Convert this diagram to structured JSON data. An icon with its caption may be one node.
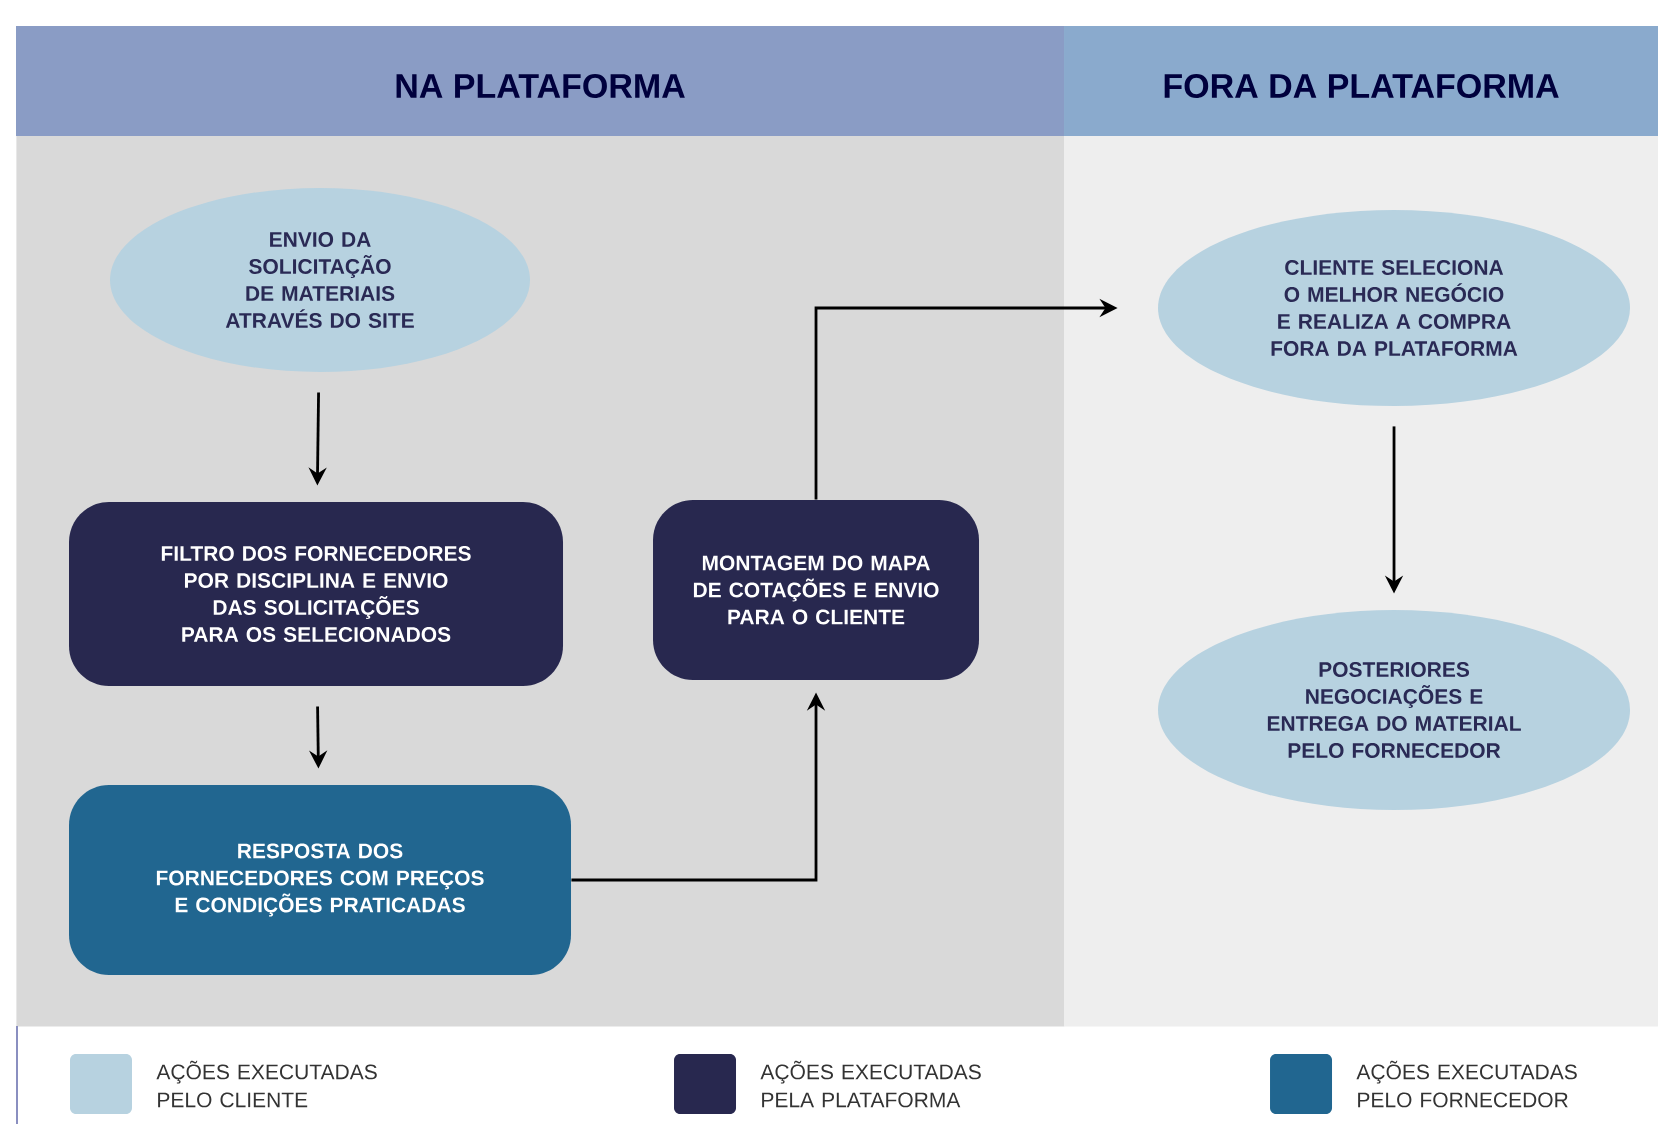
{
  "diagram": {
    "nodes": [
      {
        "text": [
          "NA PLATAFORMA"
        ]
      },
      {
        "text": [
          "FORA DA PLATAFORMA"
        ]
      },
      {
        "text": [
          "ENVIO DA SOLICITAÇÃO DE MATERIAIS ATRAVÉS DO SITE"
        ],
        "in": 0
      },
      {
        "text": [
          "FILTRO DOS FORNECEDORES POR DISCIPLINA E ENVIO DAS SOLICITAÇÕES PARA OS SELECIONADOS"
        ],
        "in": 0
      },
      {
        "text": [
          "RESPOSTA DOS FORNECEDORES COM PREÇOS E CONDIÇÕES PRATICADAS"
        ],
        "in": 0
      },
      {
        "text": [
          "MONTAGEM DO MAPA DE COTAÇÕES E ENVIO PARA O CLIENTE"
        ],
        "in": 0
      },
      {
        "text": [
          "CLIENTE SELECIONA O MELHOR NEGÓCIO E REALIZA A COMPRA FORA DA PLATAFORMA"
        ],
        "in": 1
      },
      {
        "text": [
          "POSTERIORES NEGOCIAÇÕES E ENTREGA DO MATERIAL PELO FORNECEDOR"
        ],
        "in": 1
      }
    ],
    "edges": [
      {
        "from": 2,
        "to": 3,
        "arrow": "to"
      },
      {
        "from": 3,
        "to": 4,
        "arrow": "to"
      },
      {
        "from": 4,
        "to": 5,
        "arrow": "to"
      },
      {
        "from": 5,
        "to": 6,
        "arrow": "to"
      },
      {
        "from": 6,
        "to": 7,
        "arrow": "to"
      }
    ],
    "legend": [
      {
        "text": "AÇÕES EXECUTADAS PELO CLIENTE",
        "color": "#b7d2e0"
      },
      {
        "text": "AÇÕES EXECUTADAS PELA PLATAFORMA",
        "color": "#28284f"
      },
      {
        "text": "AÇÕES EXECUTADAS PELO FORNECEDOR",
        "color": "#216690"
      }
    ]
  }
}
